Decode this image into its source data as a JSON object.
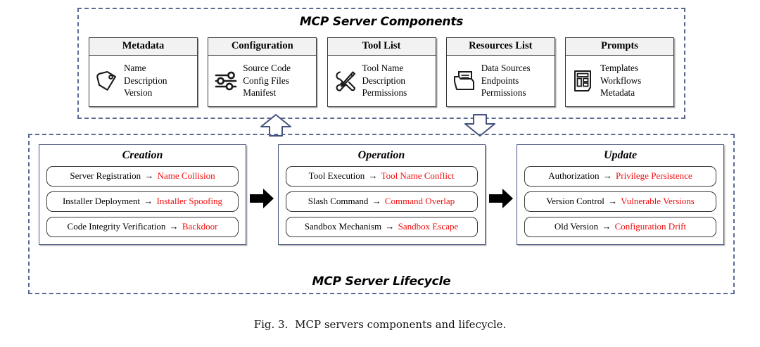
{
  "figure": {
    "caption_label": "Fig. 3.",
    "caption_text": "MCP servers components and lifecycle."
  },
  "components_panel": {
    "title": "MCP Server Components",
    "cards": [
      {
        "title": "Metadata",
        "icon": "tag-icon",
        "items": [
          "Name",
          "Description",
          "Version"
        ]
      },
      {
        "title": "Configuration",
        "icon": "sliders-icon",
        "items": [
          "Source Code",
          "Config Files",
          "Manifest"
        ]
      },
      {
        "title": "Tool List",
        "icon": "tools-icon",
        "items": [
          "Tool Name",
          "Description",
          "Permissions"
        ]
      },
      {
        "title": "Resources List",
        "icon": "folder-document-icon",
        "items": [
          "Data Sources",
          "Endpoints",
          "Permissions"
        ]
      },
      {
        "title": "Prompts",
        "icon": "template-layout-icon",
        "items": [
          "Templates",
          "Workflows",
          "Metadata"
        ]
      }
    ]
  },
  "connectors": {
    "up_arrow": "arrow-up-block-icon",
    "down_arrow": "arrow-down-block-icon",
    "stage_arrow": "arrow-right-block-icon"
  },
  "lifecycle_panel": {
    "title": "MCP Server Lifecycle",
    "stages": [
      {
        "title": "Creation",
        "items": [
          {
            "action": "Server Registration",
            "arrow": "→",
            "risk": "Name Collision"
          },
          {
            "action": "Installer Deployment",
            "arrow": "→",
            "risk": "Installer Spoofing"
          },
          {
            "action": "Code Integrity Verification",
            "arrow": "→",
            "risk": "Backdoor"
          }
        ]
      },
      {
        "title": "Operation",
        "items": [
          {
            "action": "Tool Execution",
            "arrow": "→",
            "risk": "Tool Name Conflict"
          },
          {
            "action": "Slash Command",
            "arrow": "→",
            "risk": "Command Overlap"
          },
          {
            "action": "Sandbox Mechanism",
            "arrow": "→",
            "risk": "Sandbox Escape"
          }
        ]
      },
      {
        "title": "Update",
        "items": [
          {
            "action": "Authorization",
            "arrow": "→",
            "risk": "Privilege Persistence"
          },
          {
            "action": "Version Control",
            "arrow": "→",
            "risk": "Vulnerable Versions"
          },
          {
            "action": "Old Version",
            "arrow": "→",
            "risk": "Configuration Drift"
          }
        ]
      }
    ]
  },
  "colors": {
    "dashed_border": "#5b6a93",
    "stage_border": "#44527e",
    "risk_text": "#f20d0d",
    "card_header_bg": "#f2f2f2"
  }
}
